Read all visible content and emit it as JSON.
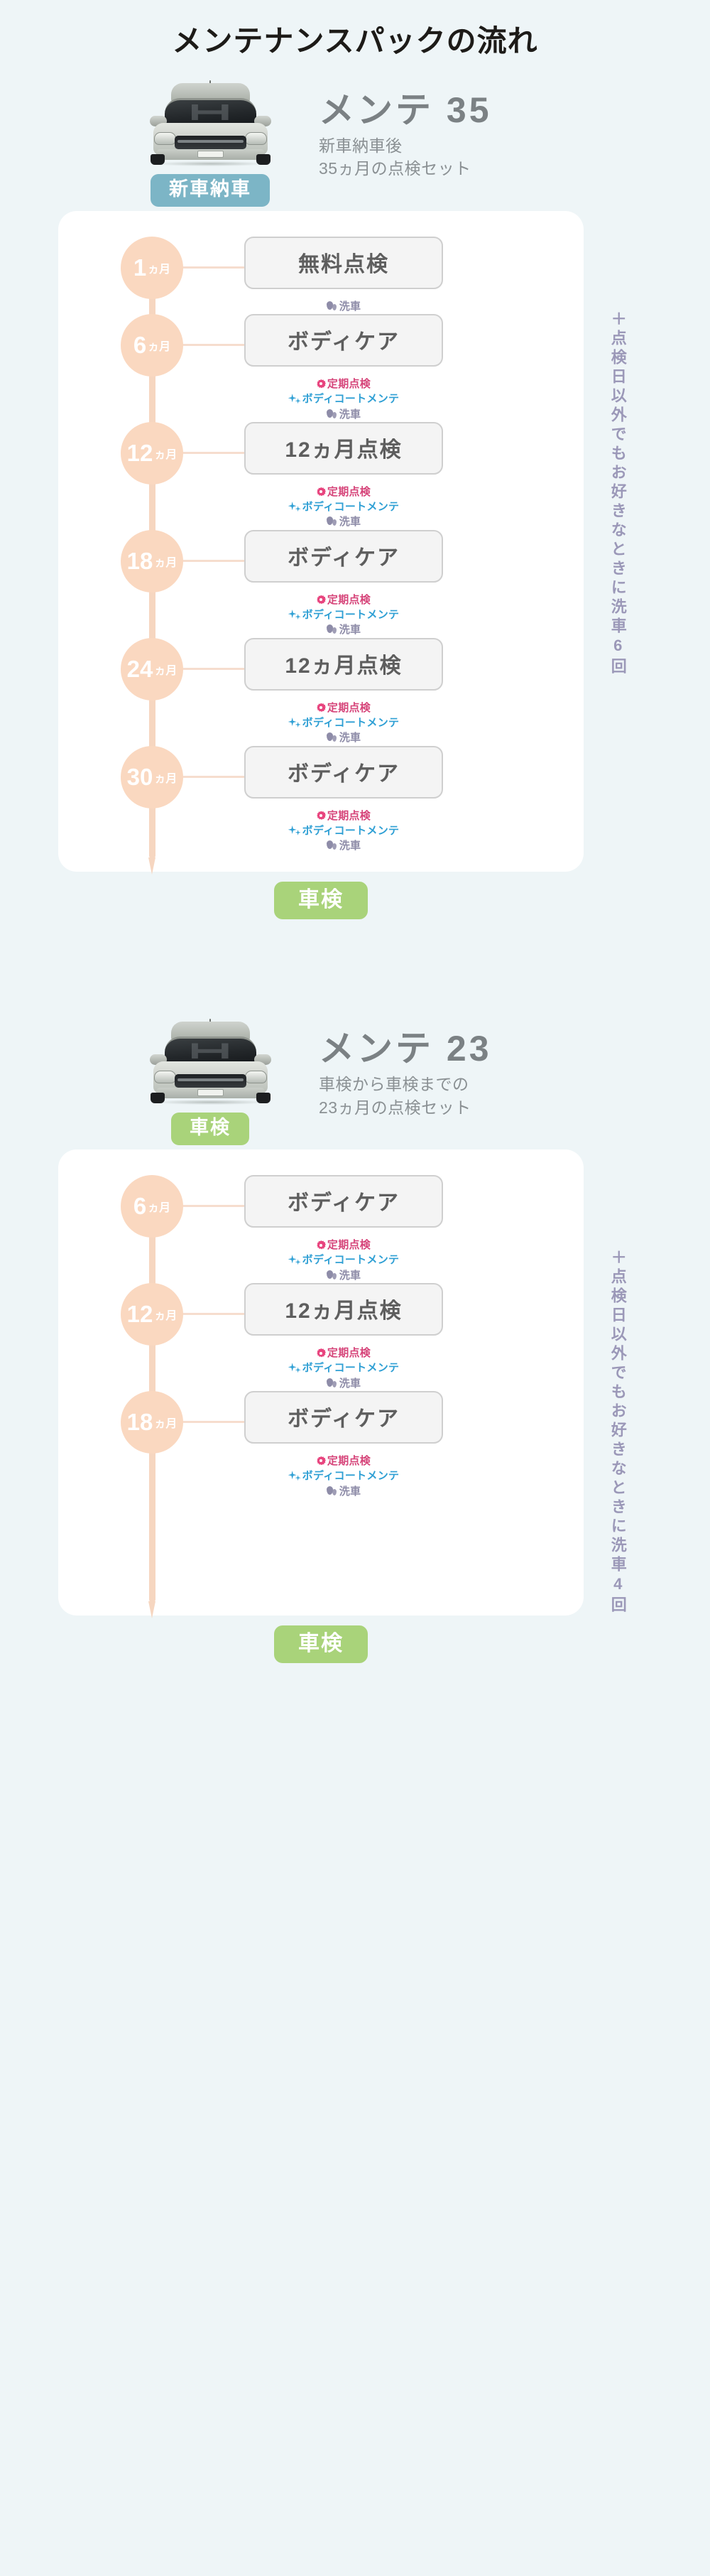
{
  "page": {
    "title": "メンテナンスパックの流れ",
    "background_color": "#eef5f7"
  },
  "colors": {
    "node": "#fad8c0",
    "track": "#f6d6c0",
    "badge_blue": "#7cb5c6",
    "badge_green": "#a9d37a",
    "plan_title": "#7b8184",
    "box_text": "#5e5e5e",
    "service_inspection": "#d6457a",
    "service_coat": "#2e9fd4",
    "service_wash": "#8e8ca8",
    "side_note": "#9b98b8"
  },
  "sections": [
    {
      "id": "mente-35",
      "car_icon": "car-front-icon",
      "start_badge": "新車納車",
      "start_badge_color": "#7cb5c6",
      "plan_name": "メンテ 35",
      "plan_sub_line1": "新車納車後",
      "plan_sub_line2": "35ヵ月の点検セット",
      "side_note": "＋点検日以外でもお好きなときに洗車6回",
      "end_badge": "車検",
      "end_badge_color": "#a9d37a",
      "stops": [
        {
          "month_num": "1",
          "month_unit": "ヵ月",
          "box_label": "無料点検",
          "services": [
            {
              "icon": "droplet-icon",
              "label": "洗車",
              "kind": "wash"
            }
          ]
        },
        {
          "month_num": "6",
          "month_unit": "ヵ月",
          "box_label": "ボディケア",
          "services": [
            {
              "icon": "gear-icon",
              "label": "定期点検",
              "kind": "inspection"
            },
            {
              "icon": "sparkle-icon",
              "label": "ボディコートメンテ",
              "kind": "coat"
            },
            {
              "icon": "droplet-icon",
              "label": "洗車",
              "kind": "wash"
            }
          ]
        },
        {
          "month_num": "12",
          "month_unit": "ヵ月",
          "box_label": "12ヵ月点検",
          "services": [
            {
              "icon": "gear-icon",
              "label": "定期点検",
              "kind": "inspection"
            },
            {
              "icon": "sparkle-icon",
              "label": "ボディコートメンテ",
              "kind": "coat"
            },
            {
              "icon": "droplet-icon",
              "label": "洗車",
              "kind": "wash"
            }
          ]
        },
        {
          "month_num": "18",
          "month_unit": "ヵ月",
          "box_label": "ボディケア",
          "services": [
            {
              "icon": "gear-icon",
              "label": "定期点検",
              "kind": "inspection"
            },
            {
              "icon": "sparkle-icon",
              "label": "ボディコートメンテ",
              "kind": "coat"
            },
            {
              "icon": "droplet-icon",
              "label": "洗車",
              "kind": "wash"
            }
          ]
        },
        {
          "month_num": "24",
          "month_unit": "ヵ月",
          "box_label": "12ヵ月点検",
          "services": [
            {
              "icon": "gear-icon",
              "label": "定期点検",
              "kind": "inspection"
            },
            {
              "icon": "sparkle-icon",
              "label": "ボディコートメンテ",
              "kind": "coat"
            },
            {
              "icon": "droplet-icon",
              "label": "洗車",
              "kind": "wash"
            }
          ]
        },
        {
          "month_num": "30",
          "month_unit": "ヵ月",
          "box_label": "ボディケア",
          "services": [
            {
              "icon": "gear-icon",
              "label": "定期点検",
              "kind": "inspection"
            },
            {
              "icon": "sparkle-icon",
              "label": "ボディコートメンテ",
              "kind": "coat"
            },
            {
              "icon": "droplet-icon",
              "label": "洗車",
              "kind": "wash"
            }
          ]
        }
      ]
    },
    {
      "id": "mente-23",
      "car_icon": "car-front-icon",
      "start_badge": "車検",
      "start_badge_color": "#a9d37a",
      "plan_name": "メンテ 23",
      "plan_sub_line1": "車検から車検までの",
      "plan_sub_line2": "23ヵ月の点検セット",
      "side_note": "＋点検日以外でもお好きなときに洗車4回",
      "end_badge": "車検",
      "end_badge_color": "#a9d37a",
      "stops": [
        {
          "month_num": "6",
          "month_unit": "ヵ月",
          "box_label": "ボディケア",
          "services": [
            {
              "icon": "gear-icon",
              "label": "定期点検",
              "kind": "inspection"
            },
            {
              "icon": "sparkle-icon",
              "label": "ボディコートメンテ",
              "kind": "coat"
            },
            {
              "icon": "droplet-icon",
              "label": "洗車",
              "kind": "wash"
            }
          ]
        },
        {
          "month_num": "12",
          "month_unit": "ヵ月",
          "box_label": "12ヵ月点検",
          "services": [
            {
              "icon": "gear-icon",
              "label": "定期点検",
              "kind": "inspection"
            },
            {
              "icon": "sparkle-icon",
              "label": "ボディコートメンテ",
              "kind": "coat"
            },
            {
              "icon": "droplet-icon",
              "label": "洗車",
              "kind": "wash"
            }
          ]
        },
        {
          "month_num": "18",
          "month_unit": "ヵ月",
          "box_label": "ボディケア",
          "services": [
            {
              "icon": "gear-icon",
              "label": "定期点検",
              "kind": "inspection"
            },
            {
              "icon": "sparkle-icon",
              "label": "ボディコートメンテ",
              "kind": "coat"
            },
            {
              "icon": "droplet-icon",
              "label": "洗車",
              "kind": "wash"
            }
          ]
        }
      ]
    }
  ]
}
